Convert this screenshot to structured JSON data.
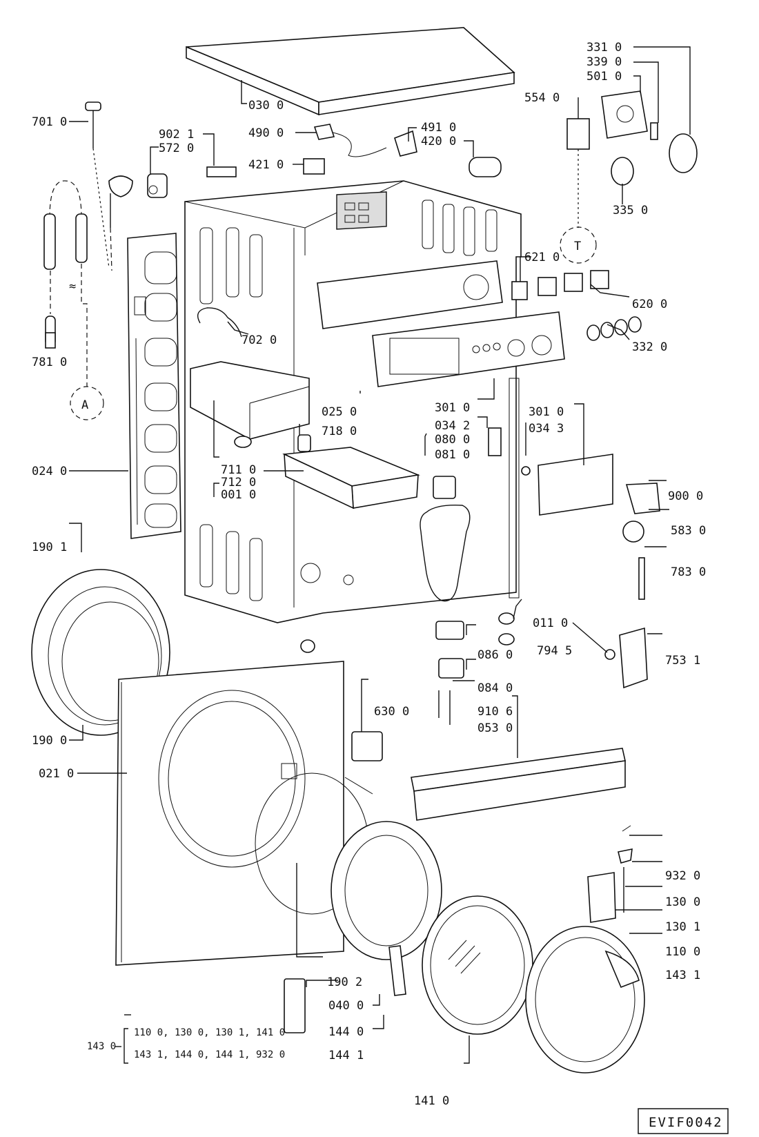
{
  "labels": [
    {
      "id": "701-0",
      "text": "701 0"
    },
    {
      "id": "781-0",
      "text": "781 0"
    },
    {
      "id": "a-marker",
      "text": "A"
    },
    {
      "id": "024-0",
      "text": "024 0"
    },
    {
      "id": "030-0",
      "text": "030 0"
    },
    {
      "id": "490-0",
      "text": "490 0"
    },
    {
      "id": "902-1",
      "text": "902 1"
    },
    {
      "id": "572-0",
      "text": "572 0"
    },
    {
      "id": "421-0",
      "text": "421 0"
    },
    {
      "id": "491-0",
      "text": "491 0"
    },
    {
      "id": "420-0",
      "text": "420 0"
    },
    {
      "id": "554-0",
      "text": "554 0"
    },
    {
      "id": "331-0",
      "text": "331 0"
    },
    {
      "id": "339-0",
      "text": "339 0"
    },
    {
      "id": "501-0",
      "text": "501 0"
    },
    {
      "id": "335-0",
      "text": "335 0"
    },
    {
      "id": "t-marker",
      "text": "T"
    },
    {
      "id": "621-0",
      "text": "621 0"
    },
    {
      "id": "620-0",
      "text": "620 0"
    },
    {
      "id": "332-0",
      "text": "332 0"
    },
    {
      "id": "702-0",
      "text": "702 0"
    },
    {
      "id": "025-0",
      "text": "025 0"
    },
    {
      "id": "301-0-a",
      "text": "301 0"
    },
    {
      "id": "034-2",
      "text": "034 2"
    },
    {
      "id": "080-0",
      "text": "080 0"
    },
    {
      "id": "081-0",
      "text": "081 0"
    },
    {
      "id": "301-0-b",
      "text": "301 0"
    },
    {
      "id": "034-3",
      "text": "034 3"
    },
    {
      "id": "718-0",
      "text": "718 0"
    },
    {
      "id": "711-0",
      "text": "711 0"
    },
    {
      "id": "712-0",
      "text": "712 0"
    },
    {
      "id": "001-0",
      "text": "001 0"
    },
    {
      "id": "900-0",
      "text": "900 0"
    },
    {
      "id": "583-0",
      "text": "583 0"
    },
    {
      "id": "783-0",
      "text": "783 0"
    },
    {
      "id": "190-1",
      "text": "190 1"
    },
    {
      "id": "011-0",
      "text": "011 0"
    },
    {
      "id": "086-0",
      "text": "086 0"
    },
    {
      "id": "794-5",
      "text": "794 5"
    },
    {
      "id": "753-1",
      "text": "753 1"
    },
    {
      "id": "084-0",
      "text": "084 0"
    },
    {
      "id": "630-0",
      "text": "630 0"
    },
    {
      "id": "910-6",
      "text": "910 6"
    },
    {
      "id": "053-0",
      "text": "053 0"
    },
    {
      "id": "190-0",
      "text": "190 0"
    },
    {
      "id": "021-0",
      "text": "021 0"
    },
    {
      "id": "932-0",
      "text": "932 0"
    },
    {
      "id": "130-0",
      "text": "130 0"
    },
    {
      "id": "130-1",
      "text": "130 1"
    },
    {
      "id": "110-0",
      "text": "110 0"
    },
    {
      "id": "143-1",
      "text": "143 1"
    },
    {
      "id": "190-2",
      "text": "190 2"
    },
    {
      "id": "040-0",
      "text": "040 0"
    },
    {
      "id": "144-0",
      "text": "144 0"
    },
    {
      "id": "144-1",
      "text": "144 1"
    },
    {
      "id": "141-0",
      "text": "141 0"
    }
  ],
  "kit_note": {
    "code": "143 0",
    "line1": "110 0, 130 0, 130 1, 141 0",
    "line2": "143 1, 144 0, 144 1, 932 0"
  },
  "diagram_code": "EVIF0042"
}
